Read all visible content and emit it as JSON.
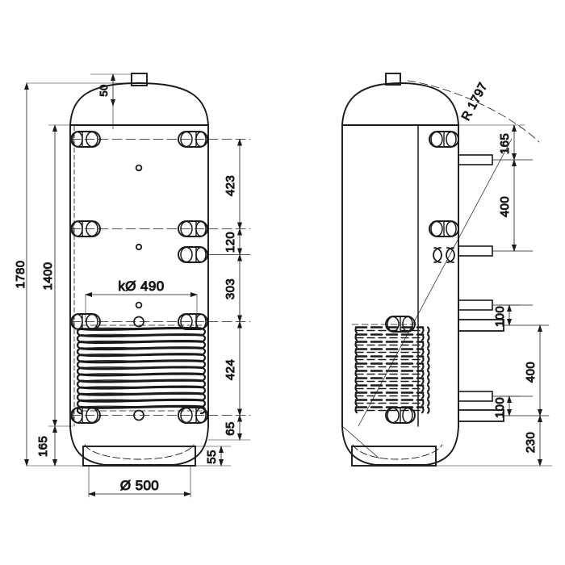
{
  "drawing": {
    "type": "technical-drawing",
    "subject": "Buffer storage tank with heat exchanger coil",
    "views": [
      "front-view",
      "side-view"
    ],
    "background": "#ffffff",
    "line_color": "#1a1a1a"
  },
  "front_view": {
    "name": "front-view",
    "dimensions": {
      "total_height": "1780",
      "body_height": "1400",
      "top_nozzle_offset": "50",
      "coil_diameter": "kØ 490",
      "base_diameter": "Ø 500",
      "bottom_clearance": "165",
      "base_height": "55",
      "spacing_1": "423",
      "spacing_2": "120",
      "spacing_3": "303",
      "spacing_4": "424",
      "spacing_5": "65"
    }
  },
  "side_view": {
    "name": "side-view",
    "dimensions": {
      "dome_radius": "R 1797",
      "top_offset": "165",
      "upper_span": "400",
      "mid_gap_upper": "100",
      "lower_span": "400",
      "mid_gap_lower": "100",
      "bottom_offset": "230"
    }
  },
  "labels": {
    "h_1780": "1780",
    "h_1400": "1400",
    "h_165": "165",
    "h_50": "50",
    "h_423": "423",
    "h_120": "120",
    "h_303": "303",
    "h_424": "424",
    "h_65": "65",
    "h_55": "55",
    "d_490": "kØ 490",
    "d_500": "Ø 500",
    "r_1797": "R 1797",
    "s_165": "165",
    "s_400a": "400",
    "s_100a": "100",
    "s_400b": "400",
    "s_100b": "100",
    "s_230": "230"
  }
}
